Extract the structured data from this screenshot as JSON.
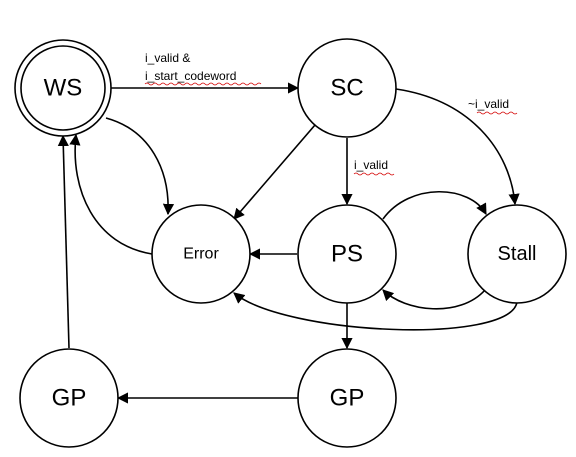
{
  "states": {
    "ws": "WS",
    "sc": "SC",
    "error": "Error",
    "ps": "PS",
    "stall": "Stall",
    "gp_left": "GP",
    "gp_right": "GP"
  },
  "transitions": {
    "ws_to_sc_line1": "i_valid &",
    "ws_to_sc_line2": "i_start_codeword",
    "sc_to_ps": "i_valid",
    "sc_to_stall": "~i_valid"
  }
}
